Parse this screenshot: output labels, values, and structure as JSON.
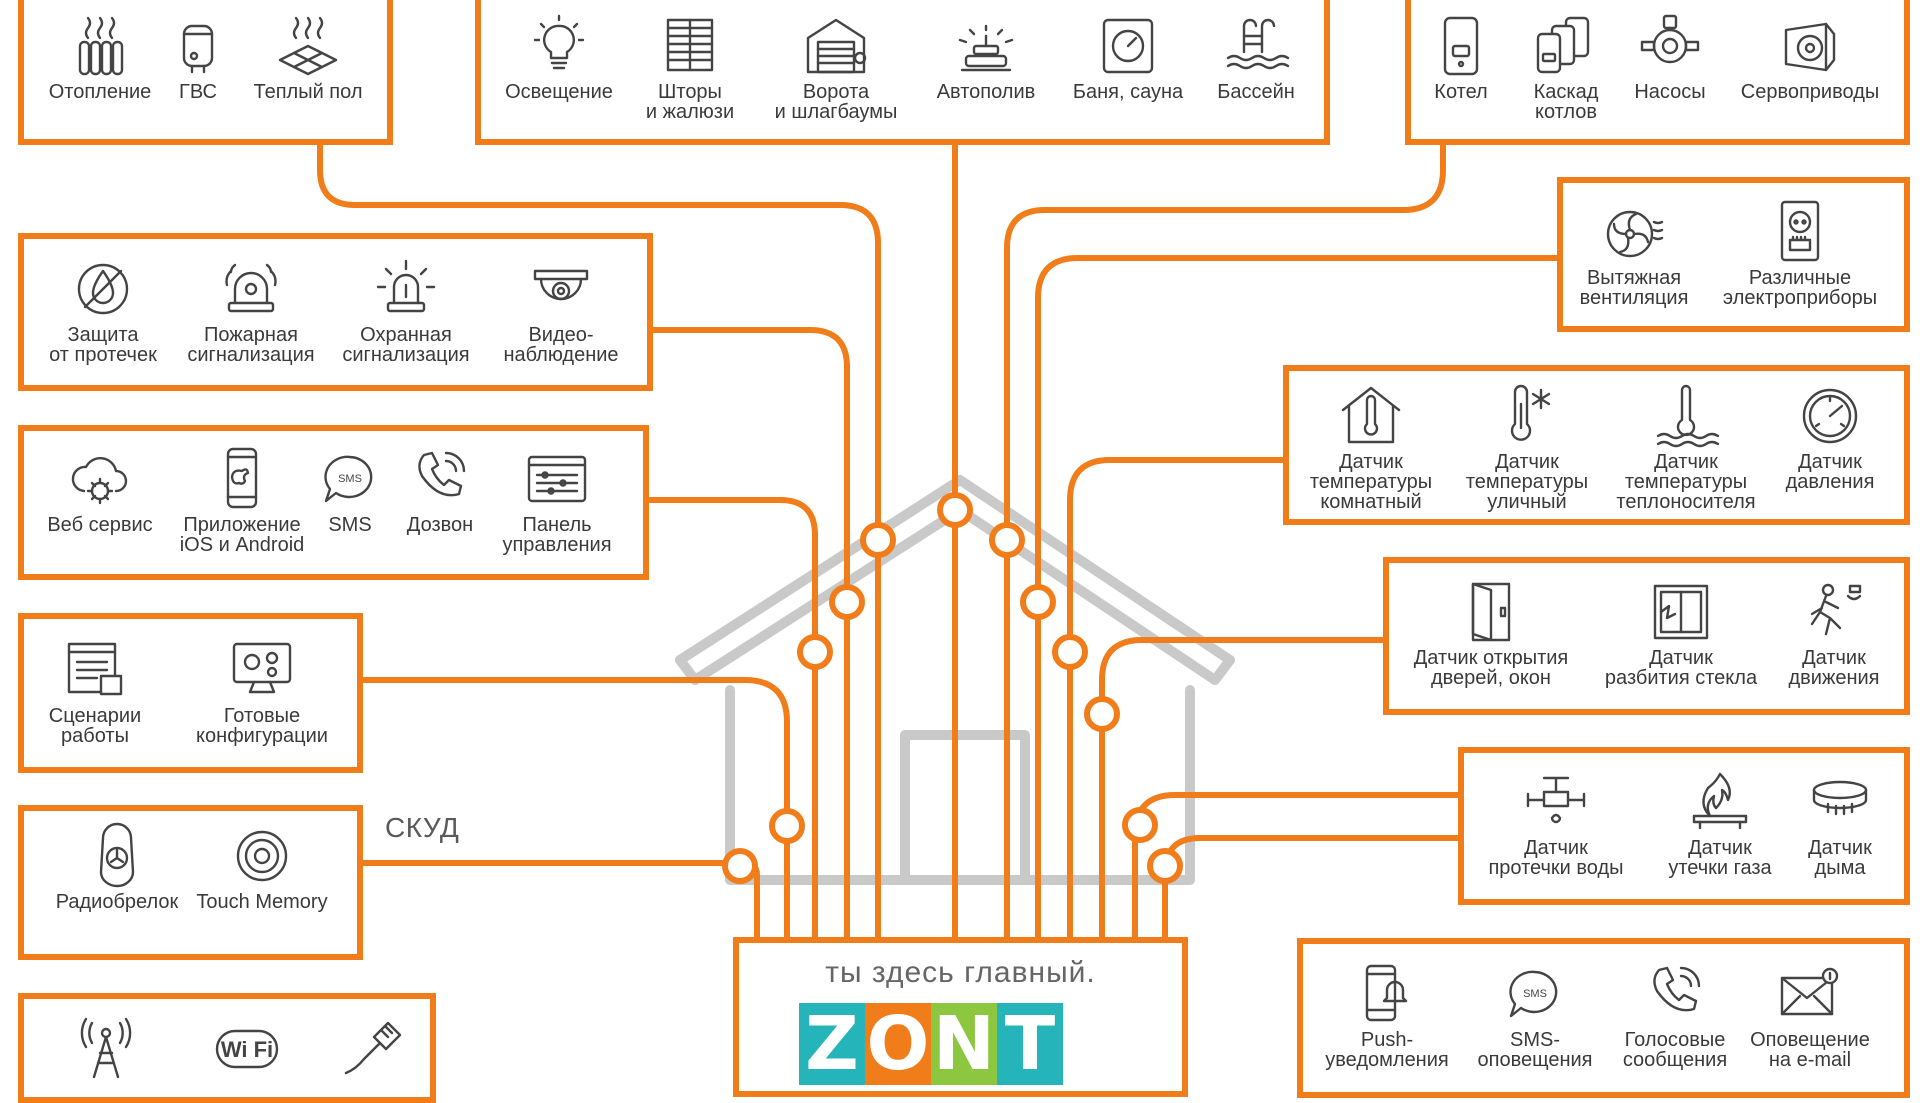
{
  "colors": {
    "accent": "#f07c1a",
    "house": "#c9c9c9",
    "text": "#3a3a3a",
    "icon": "#444444"
  },
  "brand": {
    "slogan": "ты здесь главный.",
    "logo": [
      {
        "char": "Z",
        "color": "#25b4b9"
      },
      {
        "char": "O",
        "color": "#f07c1a"
      },
      {
        "char": "N",
        "color": "#8dc63f"
      },
      {
        "char": "T",
        "color": "#25b4b9"
      }
    ]
  },
  "standalone_labels": {
    "skud": "СКУД"
  },
  "groups": [
    {
      "id": "heating",
      "items": [
        {
          "label": "Отопление",
          "icon": "radiator-icon"
        },
        {
          "label": "ГВС",
          "icon": "water-heater-icon"
        },
        {
          "label": "Теплый пол",
          "icon": "floor-heating-icon"
        }
      ]
    },
    {
      "id": "home",
      "items": [
        {
          "label": "Освещение",
          "icon": "lightbulb-icon"
        },
        {
          "label": "Шторы\nи жалюзи",
          "icon": "blinds-icon"
        },
        {
          "label": "Ворота\nи шлагбаумы",
          "icon": "garage-gate-icon"
        },
        {
          "label": "Автополив",
          "icon": "sprinkler-icon"
        },
        {
          "label": "Баня, сауна",
          "icon": "sauna-thermometer-icon"
        },
        {
          "label": "Бассейн",
          "icon": "pool-icon"
        }
      ]
    },
    {
      "id": "boiler",
      "items": [
        {
          "label": "Котел",
          "icon": "boiler-icon"
        },
        {
          "label": "Каскад\nкотлов",
          "icon": "boiler-cascade-icon"
        },
        {
          "label": "Насосы",
          "icon": "pump-icon"
        },
        {
          "label": "Сервоприводы",
          "icon": "servo-drive-icon"
        }
      ]
    },
    {
      "id": "security",
      "items": [
        {
          "label": "Защита\nот протечек",
          "icon": "leak-protection-icon"
        },
        {
          "label": "Пожарная\nсигнализация",
          "icon": "fire-bell-icon"
        },
        {
          "label": "Охранная\nсигнализация",
          "icon": "alarm-beacon-icon"
        },
        {
          "label": "Видео-\nнаблюдение",
          "icon": "dome-camera-icon"
        }
      ]
    },
    {
      "id": "ventilation",
      "items": [
        {
          "label": "Вытяжная\nвентиляция",
          "icon": "fan-icon"
        },
        {
          "label": "Различные\nэлектроприборы",
          "icon": "power-socket-icon"
        }
      ]
    },
    {
      "id": "control",
      "items": [
        {
          "label": "Веб сервис",
          "icon": "cloud-gear-icon"
        },
        {
          "label": "Приложение\niOS и Android",
          "icon": "smartphone-icon"
        },
        {
          "label": "SMS",
          "icon": "sms-bubble-icon"
        },
        {
          "label": "Дозвон",
          "icon": "phone-call-icon"
        },
        {
          "label": "Панель\nуправления",
          "icon": "control-panel-icon"
        }
      ]
    },
    {
      "id": "temp-sensors",
      "items": [
        {
          "label": "Датчик\nтемпературы\nкомнатный",
          "icon": "room-thermometer-icon"
        },
        {
          "label": "Датчик\nтемпературы\nуличный",
          "icon": "outdoor-thermometer-icon"
        },
        {
          "label": "Датчик\nтемпературы\nтеплоносителя",
          "icon": "coolant-thermometer-icon"
        },
        {
          "label": "Датчик\nдавления",
          "icon": "pressure-gauge-icon"
        }
      ]
    },
    {
      "id": "scenarios",
      "items": [
        {
          "label": "Сценарии\nработы",
          "icon": "scenario-document-icon"
        },
        {
          "label": "Готовые\nконфигурации",
          "icon": "config-monitor-icon"
        }
      ]
    },
    {
      "id": "security-sensors",
      "items": [
        {
          "label": "Датчик открытия\nдверей, окон",
          "icon": "door-sensor-icon"
        },
        {
          "label": "Датчик\nразбития стекла",
          "icon": "broken-window-icon"
        },
        {
          "label": "Датчик\nдвижения",
          "icon": "motion-sensor-icon"
        }
      ]
    },
    {
      "id": "access",
      "items": [
        {
          "label": "Радиобрелок",
          "icon": "radio-keyfob-icon"
        },
        {
          "label": "Touch Memory",
          "icon": "touch-memory-icon"
        }
      ]
    },
    {
      "id": "leak-sensors",
      "items": [
        {
          "label": "Датчик\nпротечки воды",
          "icon": "water-valve-icon"
        },
        {
          "label": "Датчик\nутечки газа",
          "icon": "gas-flame-icon"
        },
        {
          "label": "Датчик\nдыма",
          "icon": "smoke-detector-icon"
        }
      ]
    },
    {
      "id": "connectivity",
      "items": [
        {
          "label": "",
          "icon": "radio-tower-icon"
        },
        {
          "label": "",
          "icon": "wifi-icon"
        },
        {
          "label": "",
          "icon": "ethernet-cable-icon"
        }
      ]
    },
    {
      "id": "notifications",
      "items": [
        {
          "label": "Push-\nуведомления",
          "icon": "push-notification-icon"
        },
        {
          "label": "SMS-\nоповещения",
          "icon": "sms-notification-icon"
        },
        {
          "label": "Голосовые\nсообщения",
          "icon": "voice-call-icon"
        },
        {
          "label": "Оповещение\nна e-mail",
          "icon": "email-icon"
        }
      ]
    }
  ]
}
